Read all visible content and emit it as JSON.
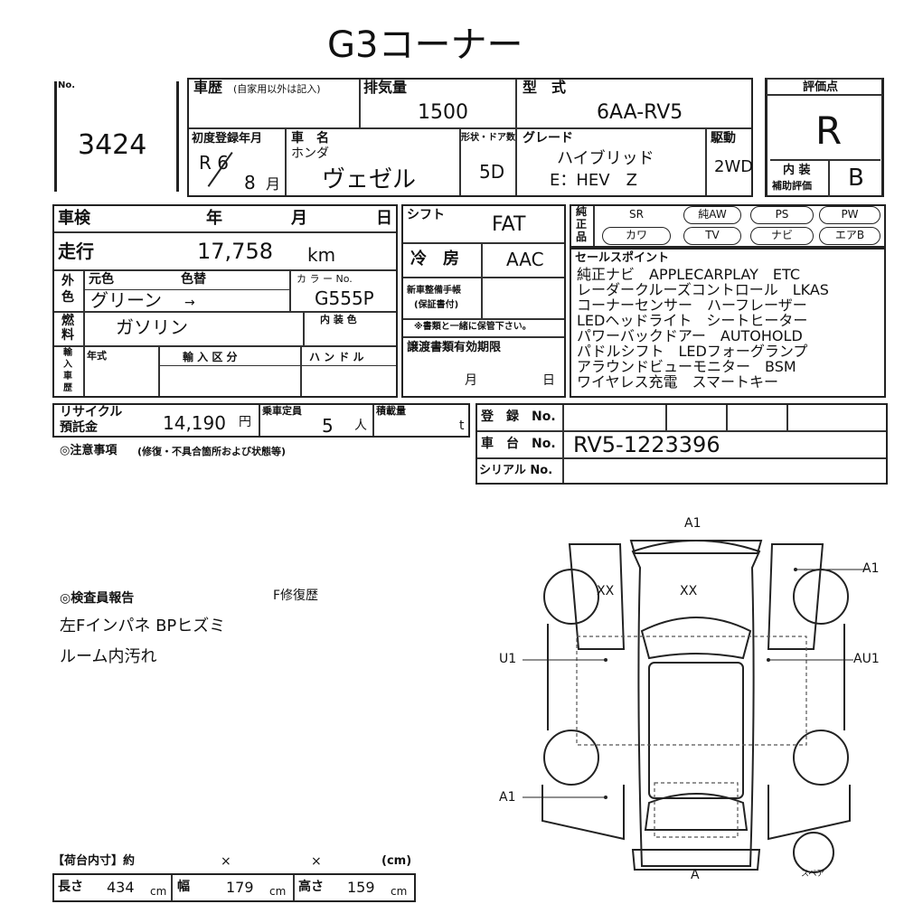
{
  "title": "G3コーナー",
  "lot": {
    "label": "No.",
    "value": "3424"
  },
  "history": {
    "label": "車歴",
    "note": "(自家用以外は記入)"
  },
  "displacement": {
    "label": "排気量",
    "value": "1500"
  },
  "model": {
    "label": "型　式",
    "value": "6AA-RV5"
  },
  "first_reg": {
    "label": "初度登録年月",
    "year": "R 6",
    "month": "8",
    "month_unit": "月"
  },
  "car_name": {
    "label": "車　名",
    "maker": "ホンダ",
    "value": "ヴェゼル"
  },
  "doors": {
    "label": "形状・ドア数",
    "value": "5D"
  },
  "grade": {
    "label": "グレード",
    "line1": "ハイブリッド",
    "line2": "E：HEV　Z"
  },
  "drive": {
    "label": "駆動",
    "value": "2WD"
  },
  "rating": {
    "label": "評価点",
    "value": "R",
    "interior_label1": "内 装",
    "interior_label2": "補助評価",
    "interior_value": "B"
  },
  "shaken": {
    "label": "車検",
    "year": "年",
    "month": "月",
    "day": "日"
  },
  "mileage": {
    "label": "走行",
    "value": "17,758",
    "unit": "km"
  },
  "color": {
    "side1": "外",
    "side2": "色",
    "orig_label": "元色",
    "change_label": "色替",
    "orig_value": "グリーン",
    "arrow": "→",
    "code_label": "カ ラ ー No.",
    "code_value": "G555P"
  },
  "fuel": {
    "side1": "燃",
    "side2": "料",
    "value": "ガソリン",
    "interior_color_label": "内 装 色"
  },
  "import": {
    "side1": "輸",
    "side2": "入",
    "side3": "車",
    "side4": "歴",
    "year_label": "年式",
    "kubun_label": "輸 入 区 分",
    "handle_label": "ハ ン ド ル"
  },
  "shift": {
    "label": "シフト",
    "value": "FAT"
  },
  "ac": {
    "label": "冷　房",
    "value": "AAC"
  },
  "manual": {
    "label1": "新車整備手帳",
    "label2": "(保証書付)",
    "note": "※書類と一緒に保管下さい。"
  },
  "transfer": {
    "label": "譲渡書類有効期限",
    "month": "月",
    "day": "日"
  },
  "options": {
    "side1": "純",
    "side2": "正",
    "side3": "品",
    "row1": [
      "SR",
      "純AW",
      "PS",
      "PW"
    ],
    "row2": [
      "カワ",
      "TV",
      "ナビ",
      "エアB"
    ]
  },
  "sales_points": {
    "label": "セールスポイント",
    "lines": [
      "純正ナビ　APPLECARPLAY　ETC",
      "レーダークルーズコントロール　LKAS",
      "コーナーセンサー　ハーフレーザー",
      "LEDヘッドライト　シートヒーター",
      "パワーバックドアー　AUTOHOLD",
      "パドルシフト　LEDフォーグランプ",
      "アラウンドビューモニター　BSM",
      "ワイヤレス充電　スマートキー"
    ]
  },
  "recycle": {
    "label1": "リサイクル",
    "label2": "預託金",
    "value": "14,190",
    "unit": "円"
  },
  "capacity": {
    "label": "乗車定員",
    "value": "5",
    "unit": "人"
  },
  "load": {
    "label": "積載量",
    "unit": "t"
  },
  "caution": {
    "label": "◎注意事項",
    "note": "(修復・不具合箇所および状態等)"
  },
  "registration": {
    "label": "登　録　No."
  },
  "chassis": {
    "label": "車　台　No.",
    "value": "RV5-1223396"
  },
  "serial": {
    "label": "シリアル No."
  },
  "inspector": {
    "title": "◎検査員報告",
    "repair": "F修復歴",
    "lines": [
      "左Fインパネ BPヒズミ",
      "ルーム内汚れ"
    ]
  },
  "diagram": {
    "top": "A1",
    "hood_left": "XX",
    "hood_center": "XX",
    "right_front": "A1",
    "left_door": "U1",
    "right_door": "AU1",
    "left_rear": "A1",
    "bottom": "A",
    "spare": "スペア"
  },
  "dims": {
    "header": "【荷台内寸】約",
    "x1": "×",
    "x2": "×",
    "unit_hdr": "(cm)",
    "len_label": "長さ",
    "len": "434",
    "wid_label": "幅",
    "wid": "179",
    "hei_label": "高さ",
    "hei": "159",
    "cm": "cm"
  }
}
